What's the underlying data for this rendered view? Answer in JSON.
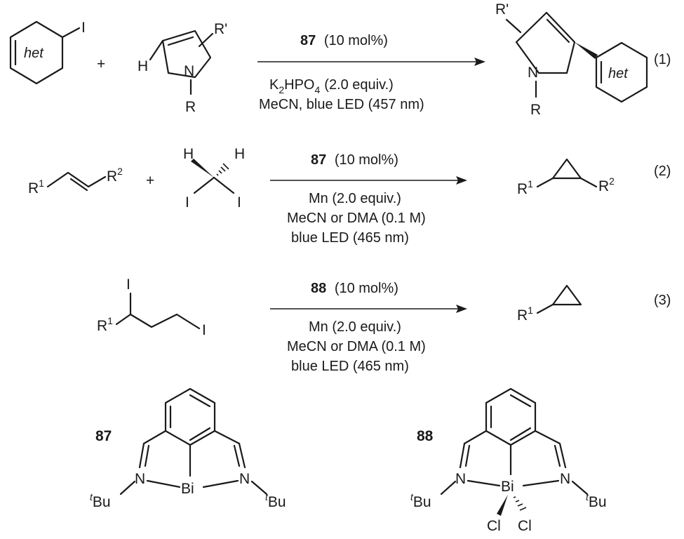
{
  "reactions": [
    {
      "number": "(1)",
      "catalyst": "87",
      "catalyst_loading": "(10 mol%)",
      "conditions_line1_base": "K",
      "conditions_line1_sub": "2",
      "conditions_line1_mid": "HPO",
      "conditions_line1_sub2": "4",
      "conditions_line1_rest": "(2.0 equiv.)",
      "conditions_line2": "MeCN, blue LED (457 nm)",
      "reactant1_label": "het",
      "reactant1_substituent": "I",
      "plus": "+",
      "pyrrole_H": "H",
      "pyrrole_N": "N",
      "pyrrole_R": "R",
      "pyrrole_Rprime": "R'",
      "product_het": "het"
    },
    {
      "number": "(2)",
      "catalyst": "87",
      "catalyst_loading": "(10 mol%)",
      "conditions": [
        "Mn (2.0 equiv.)",
        "MeCN or DMA (0.1 M)",
        "blue LED (465 nm)"
      ],
      "R1": "R",
      "R1_sup": "1",
      "R2": "R",
      "R2_sup": "2",
      "plus": "+",
      "H": "H",
      "I": "I"
    },
    {
      "number": "(3)",
      "catalyst": "88",
      "catalyst_loading": "(10 mol%)",
      "conditions": [
        "Mn (2.0 equiv.)",
        "MeCN or DMA (0.1 M)",
        "blue LED (465 nm)"
      ],
      "R1": "R",
      "R1_sup": "1",
      "I": "I"
    }
  ],
  "catalysts": [
    {
      "label": "87",
      "N": "N",
      "Bi": "Bi",
      "tBu_prefix": "t",
      "tBu_rest": "Bu"
    },
    {
      "label": "88",
      "N": "N",
      "Bi": "Bi",
      "tBu_prefix": "t",
      "tBu_rest": "Bu",
      "Cl": "Cl"
    }
  ]
}
